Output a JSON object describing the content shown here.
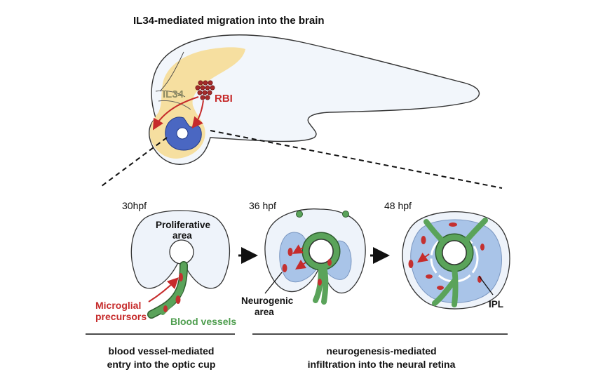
{
  "title": "IL34-mediated migration into the brain",
  "embryo": {
    "il34_label": "IL34",
    "rbi_label": "RBI"
  },
  "stages": {
    "s30": "30hpf",
    "s36": "36 hpf",
    "s48": "48 hpf"
  },
  "labels": {
    "proliferative_line1": "Proliferative",
    "proliferative_line2": "area",
    "microglial_line1": "Microglial",
    "microglial_line2": "precursors",
    "blood_vessels": "Blood vessels",
    "neurogenic_line1": "Neurogenic",
    "neurogenic_line2": "area",
    "ipl": "IPL"
  },
  "bottom": {
    "left_line1": "blood vessel-mediated",
    "left_line2": "entry into the optic cup",
    "right_line1": "neurogenesis-mediated",
    "right_line2": "infiltration into the neural retina"
  },
  "colors": {
    "tissue": "#eef3fa",
    "neural": "#a9c4e8",
    "brain_yellow": "#f6dfa0",
    "eye_blue": "#4a67c2",
    "vessel_green": "#5aa35a",
    "microglia_red": "#c43030"
  }
}
